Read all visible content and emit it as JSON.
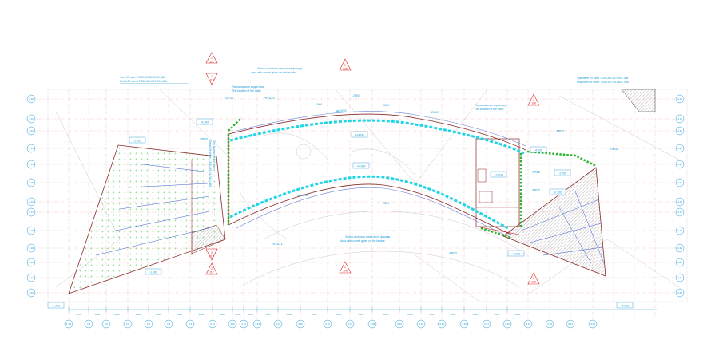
{
  "notes": {
    "detail_top_left_ru": "Узел 09 лист Т-205-AR-04-FA01-466",
    "detail_top_left_en": "Detail 09 sheet T-205-AR-04-FA01-466",
    "fragment_top_right_ru": "Фрагмент 09 лист Т-205-AR-04-FA01-306",
    "fragment_top_right_en": "Fragment 09 sheet T-205-AR-04-FA01-306",
    "curved_glass_ru": "Зона с колотым стеклом на фасаде",
    "curved_glass_en": "Area with curved glass on the facade.",
    "drain_ru": "Расположение водостока",
    "drain_en": "The location of the drain"
  },
  "zones": {
    "af01_2": "AF01-2",
    "af01_1": "AF01-1",
    "af02": "AF02",
    "sf02": "SF02"
  },
  "levels": {
    "l_left_top": "-4.200",
    "l_left_tri": "-1.650",
    "l_left_bottom": "-1.100",
    "l_left_corner": "-1.700",
    "l_center_top": "+8.400",
    "l_center": "+0.000",
    "l_right_mid": "+3.200",
    "l_right_a": "-4.200",
    "l_right_b": "-1.700",
    "l_right_c": "-0.300",
    "l_right_d": "-0.000",
    "l_right_corner": "+0.000"
  },
  "section_markers": [
    {
      "num": "1",
      "sheet": "112"
    },
    {
      "num": "1",
      "sheet": "108"
    },
    {
      "num": "2",
      "sheet": "112"
    },
    {
      "num": "2",
      "sheet": "108"
    },
    {
      "num": "3",
      "sheet": "108"
    }
  ],
  "row_axes": [
    "4.10",
    "4.11",
    "4.12",
    "4.13",
    "4.14",
    "4.15",
    "4.16",
    "4.17",
    "4.18",
    "4.19",
    "4.20",
    "4.21",
    "4.22"
  ],
  "col_axes": [
    "4.3/1",
    "4.4",
    "4.5",
    "4.6",
    "4.7",
    "4.8",
    "4.9",
    "4.10",
    "4.11",
    "4.12",
    "4.13",
    "4.14",
    "4.15",
    "4.16",
    "4.17",
    "4.18",
    "4.19",
    "4.20",
    "4.21",
    "4.22",
    "4.23",
    "4.24",
    "4.25",
    "4.26",
    "4.27",
    "4.28"
  ],
  "dimensions": {
    "d1": "3700",
    "d2": "6000",
    "d3": "6000",
    "d4": "4400",
    "d5": "3000",
    "d6": "3000",
    "d7": "4200",
    "d8": "3000",
    "d9": "6000",
    "d10": "4100",
    "d11": "7300",
    "d12": "8000",
    "d13": "6000",
    "d14": "6000",
    "d15": "8000",
    "d16": "6000",
    "d17": "6000",
    "d18": "7600",
    "d19": "6000",
    "d20": "6000",
    "d21": "8000",
    "d22": "3200",
    "top_center": "22800",
    "arc_a": "шаг 3000",
    "arc_b": "3000",
    "arc_c": "3000",
    "arc_d": "20000",
    "arc_e": "шаг 3000",
    "arc_f": "3000"
  },
  "colors": {
    "cyan": "#1fd6e6",
    "green": "#2cb52c",
    "red": "#d22222",
    "blue": "#1e9ad6",
    "maroon": "#8b2a2a"
  }
}
